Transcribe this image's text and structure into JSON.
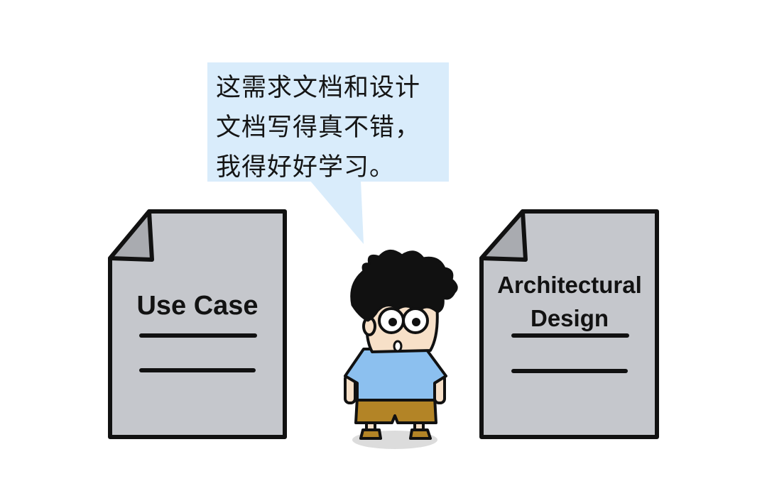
{
  "colors": {
    "background": "#ffffff",
    "bubble": "#d9ecfb",
    "document_paper": "#c5c7cc",
    "document_fold": "#a9abb0",
    "outline": "#111111",
    "hair": "#111111",
    "skin": "#f7e0c8",
    "shirt": "#8cc0ef",
    "shorts": "#b38426",
    "shadow": "#dcdcdc"
  },
  "speech_bubble": {
    "lines": [
      "这需求文档和设计",
      "文档写得真不错，",
      "我得好好学习。"
    ]
  },
  "documents": {
    "left": {
      "title": "Use Case",
      "icon": "document-icon"
    },
    "right": {
      "title_lines": [
        "Architectural",
        "Design"
      ],
      "icon": "document-icon"
    }
  },
  "character": {
    "icon": "cartoon-boy-icon",
    "expression": "surprised"
  }
}
